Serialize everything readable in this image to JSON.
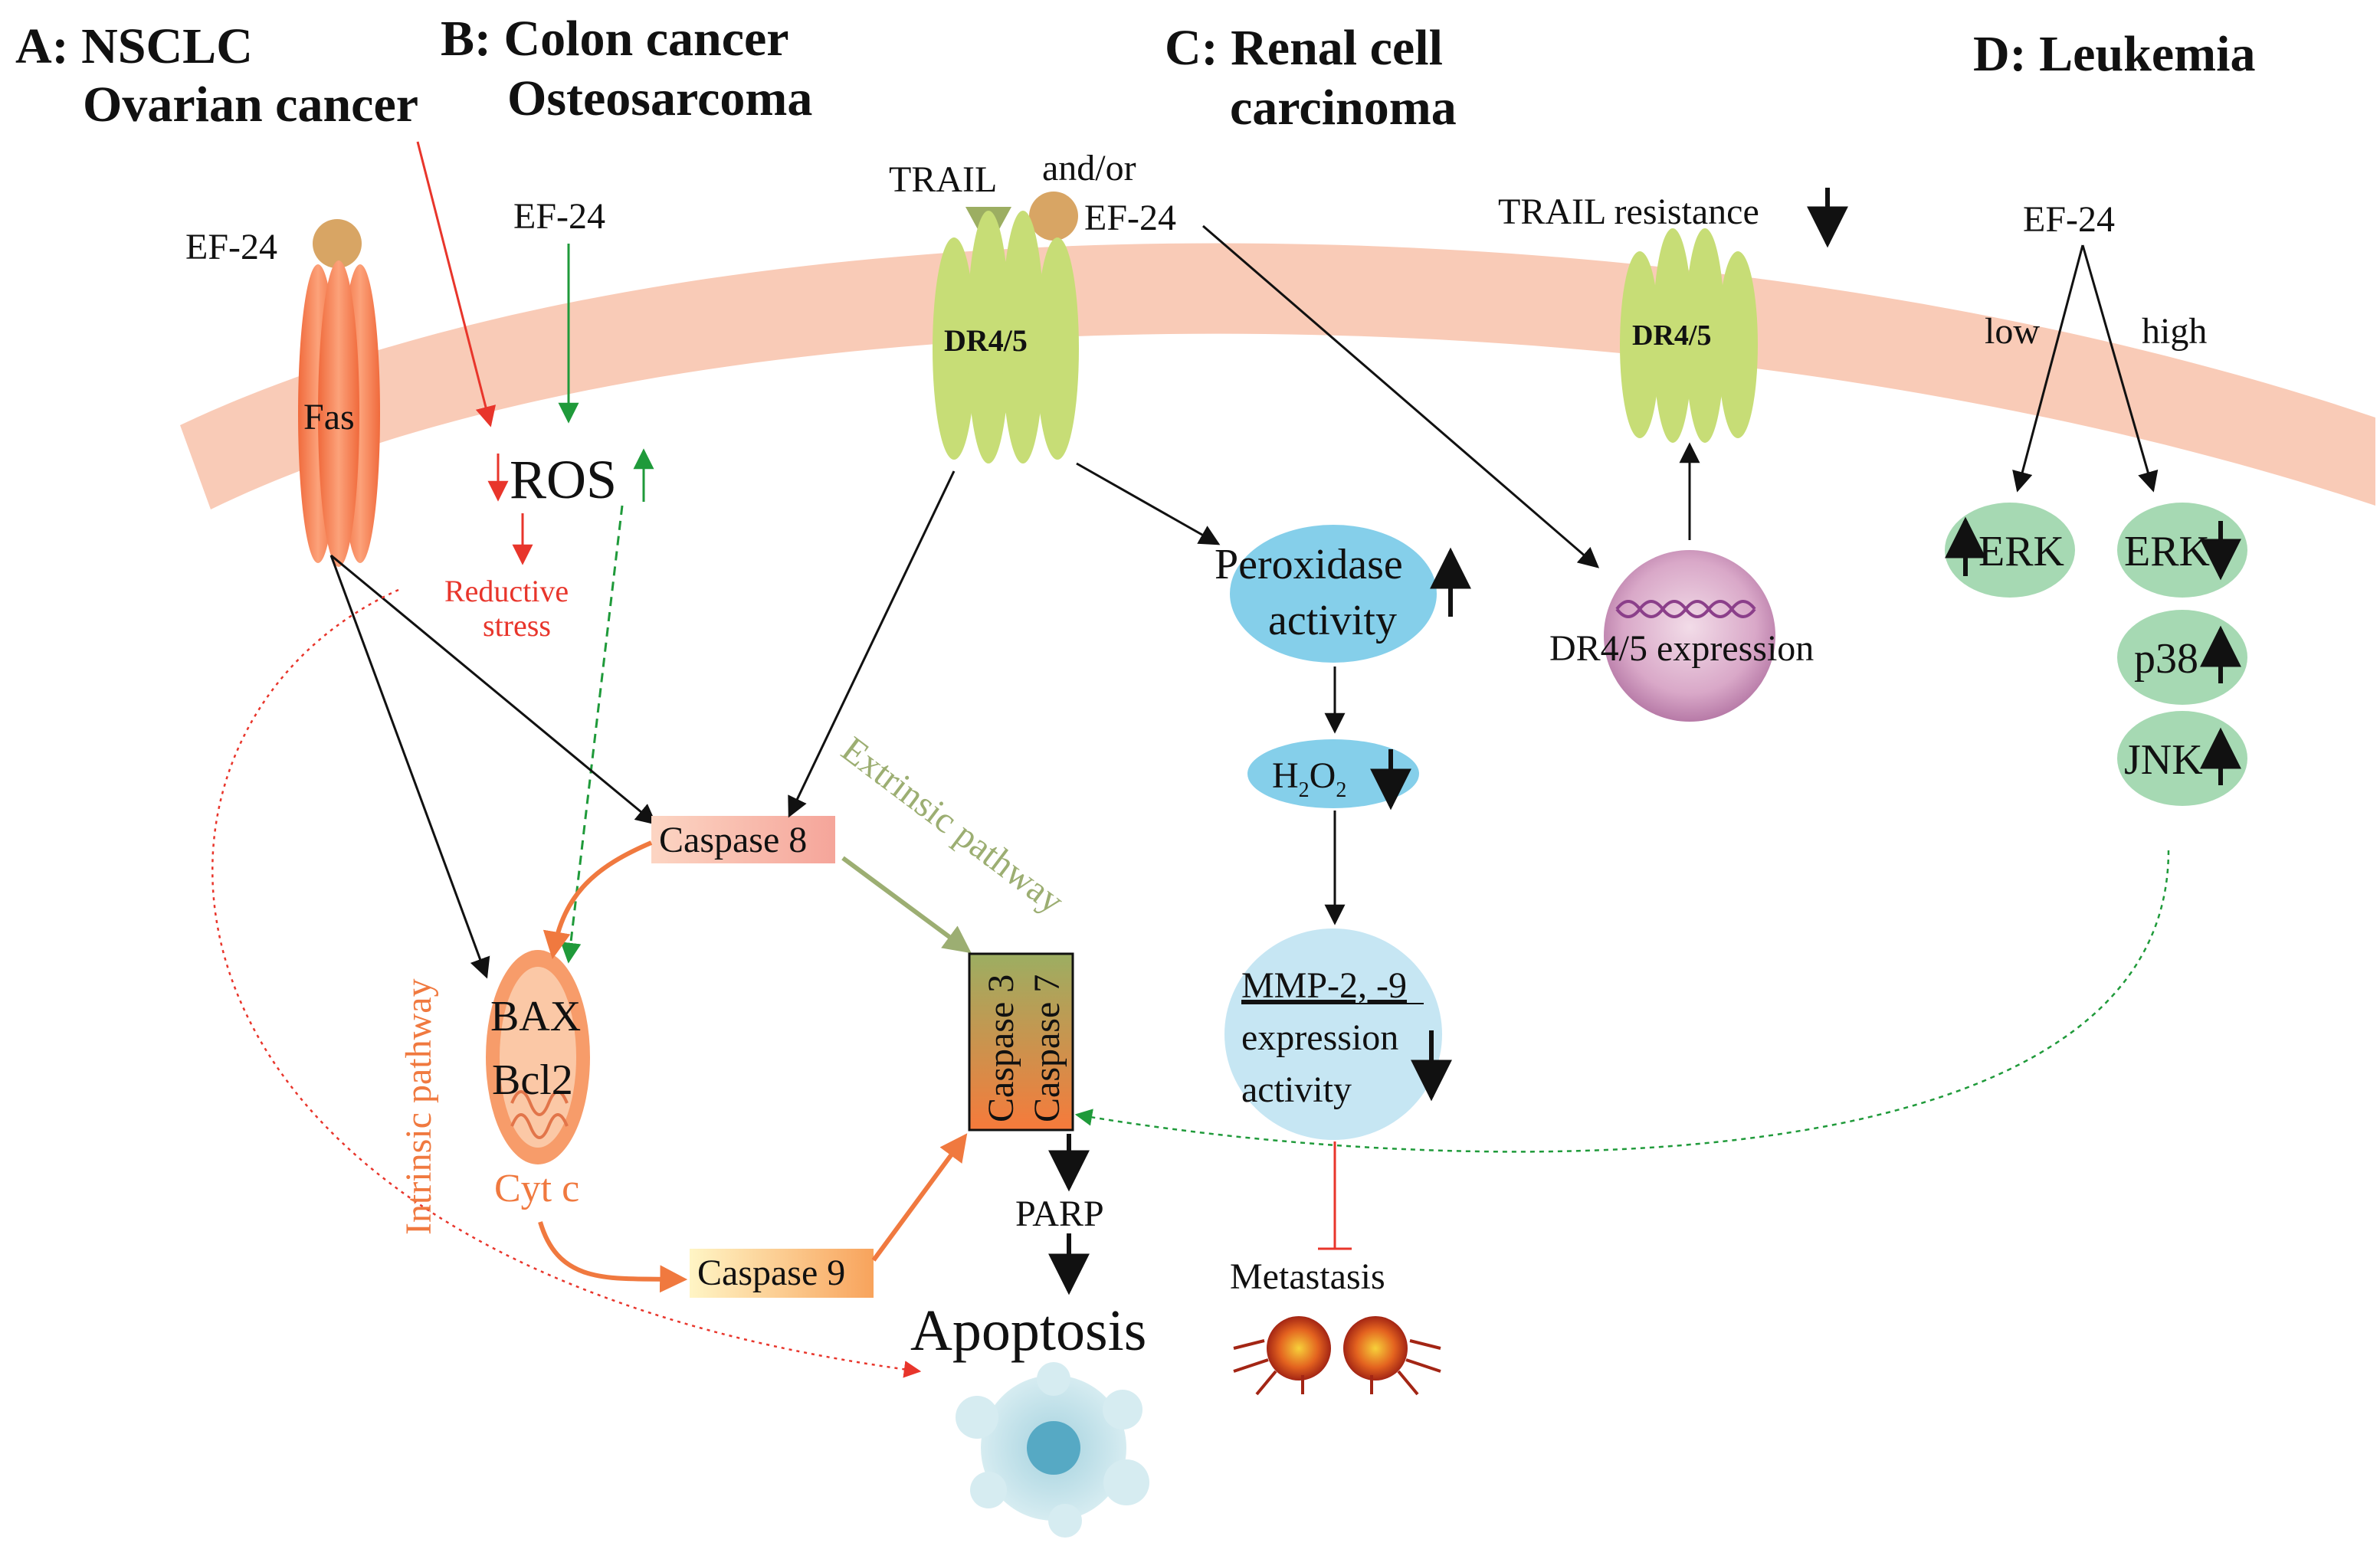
{
  "headers": {
    "a_line1": "A: NSCLC",
    "a_line2": "Ovarian cancer",
    "b_line1": "B: Colon cancer",
    "b_line2": "Osteosarcoma",
    "c_line1": "C: Renal cell",
    "c_line2": "carcinoma",
    "d": "D: Leukemia"
  },
  "drugs": {
    "ef24_fas": "EF-24",
    "ef24_ros": "EF-24",
    "trail": "TRAIL",
    "and_or": "and/or",
    "ef24_dr": "EF-24",
    "ef24_leuk": "EF-24"
  },
  "receptors": {
    "fas": "Fas",
    "dr45_left": "DR4/5",
    "dr45_right": "DR4/5"
  },
  "ros": {
    "label": "ROS",
    "reductive_line1": "Reductive",
    "reductive_line2": "stress"
  },
  "caspases": {
    "c8": "Caspase 8",
    "c9": "Caspase 9",
    "c3": "Caspase 3",
    "c7": "Caspase 7"
  },
  "mito": {
    "bax": "BAX",
    "bcl2": "Bcl2",
    "cytc": "Cyt c"
  },
  "pathways": {
    "intrinsic": "Intrinsic pathway",
    "extrinsic": "Extrinsic pathway"
  },
  "outcomes": {
    "parp": "PARP",
    "apoptosis": "Apoptosis",
    "metastasis": "Metastasis"
  },
  "renal": {
    "peroxidase_line1": "Peroxidase",
    "peroxidase_line2": "activity",
    "h2o2_h": "H",
    "h2o2_sub1": "2",
    "h2o2_o": "O",
    "h2o2_sub2": "2",
    "mmp_line1": "MMP-2, -9",
    "mmp_line2": "expression",
    "mmp_line3": "activity",
    "trail_resistance": "TRAIL resistance",
    "dr45_expression": "DR4/5 expression"
  },
  "leukemia": {
    "low": "low",
    "high": "high",
    "erk_low": "ERK",
    "erk_high": "ERK",
    "p38": "p38",
    "jnk": "JNK"
  },
  "colors": {
    "membrane": "#f9cbb7",
    "fas": "#f47f4e",
    "receptor": "#c7dd76",
    "ef24": "#d8a564",
    "red_arrow": "#e8352b",
    "green_arrow": "#1f9a3a",
    "orange_arrow": "#f0793f",
    "olive_arrow": "#9cae72",
    "renal_node": "#85cfea",
    "mmp_node": "#c6e6f3",
    "leuk_node": "#a6d9b3"
  }
}
